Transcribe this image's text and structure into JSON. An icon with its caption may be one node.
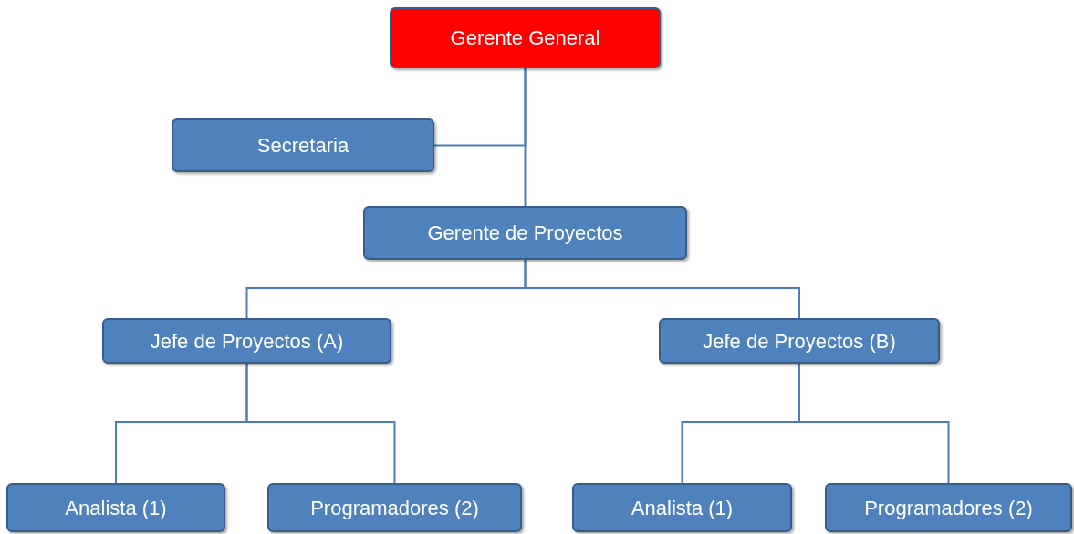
{
  "diagram": {
    "nodes": [
      {
        "text": [
          "Gerente General"
        ]
      },
      {
        "text": [
          "Secretaria"
        ]
      },
      {
        "text": [
          "Gerente de Proyectos"
        ]
      },
      {
        "text": [
          "Jefe de Proyectos (A)"
        ]
      },
      {
        "text": [
          "Jefe de Proyectos (B)"
        ]
      },
      {
        "text": [
          "Analista (1)"
        ]
      },
      {
        "text": [
          "Programadores (2)"
        ]
      },
      {
        "text": [
          "Analista (1)"
        ]
      },
      {
        "text": [
          "Programadores (2)"
        ]
      }
    ],
    "edges": [
      {
        "from": 0,
        "to": 1,
        "arrow": "none"
      },
      {
        "from": 0,
        "to": 2,
        "arrow": "none"
      },
      {
        "from": 2,
        "to": 3,
        "arrow": "none"
      },
      {
        "from": 2,
        "to": 4,
        "arrow": "none"
      },
      {
        "from": 3,
        "to": 5,
        "arrow": "none"
      },
      {
        "from": 3,
        "to": 6,
        "arrow": "none"
      },
      {
        "from": 4,
        "to": 7,
        "arrow": "none"
      },
      {
        "from": 4,
        "to": 8,
        "arrow": "none"
      }
    ]
  }
}
